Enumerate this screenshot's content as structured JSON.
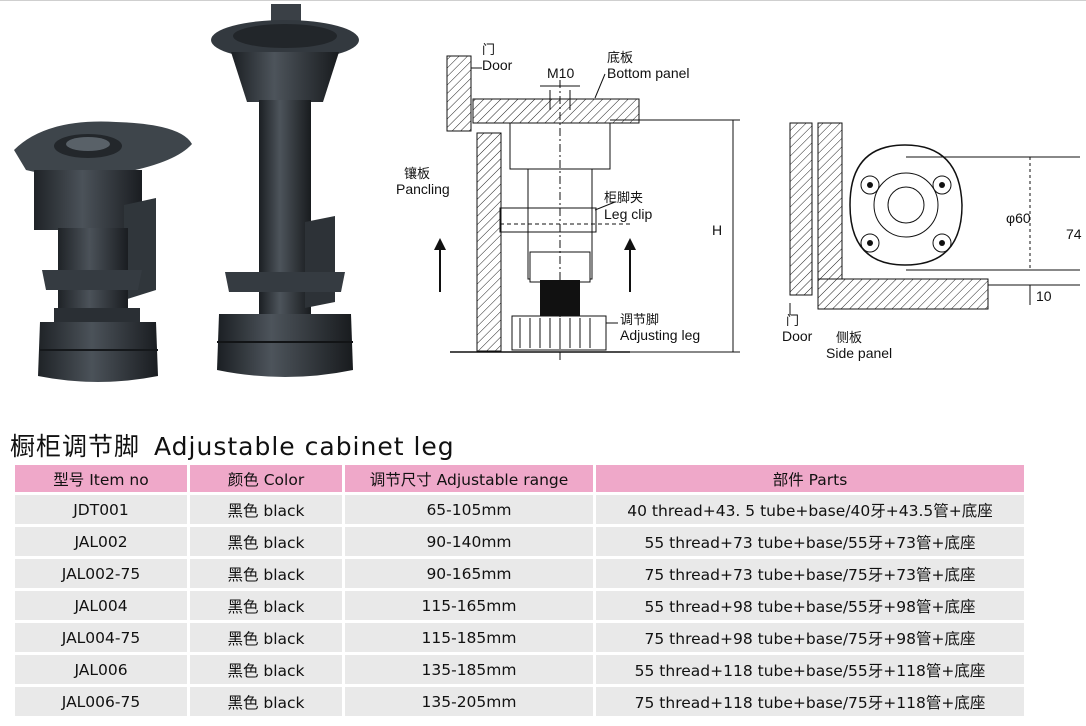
{
  "diagram_side": {
    "door_cn": "门",
    "door_en": "Door",
    "m10": "M10",
    "bottom_panel_cn": "底板",
    "bottom_panel_en": "Bottom panel",
    "pancling_cn": "镶板",
    "pancling_en": "Pancling",
    "leg_clip_cn": "柜脚夹",
    "leg_clip_en": "Leg clip",
    "h_label": "H",
    "adjusting_leg_cn": "调节脚",
    "adjusting_leg_en": "Adjusting leg"
  },
  "diagram_top": {
    "phi60": "φ60",
    "dim74": "74",
    "dim10": "10",
    "door_cn": "门",
    "door_en": "Door",
    "side_panel_cn": "侧板",
    "side_panel_en": "Side panel"
  },
  "title": {
    "cn": "橱柜调节脚",
    "en": "Adjustable cabinet leg"
  },
  "table": {
    "headers": [
      "型号 Item no",
      "颜色 Color",
      "调节尺寸 Adjustable range",
      "部件 Parts"
    ],
    "rows": [
      [
        "JDT001",
        "黑色 black",
        "65-105mm",
        "40 thread+43. 5 tube+base/40牙+43.5管+底座"
      ],
      [
        "JAL002",
        "黑色 black",
        "90-140mm",
        "55 thread+73 tube+base/55牙+73管+底座"
      ],
      [
        "JAL002-75",
        "黑色 black",
        "90-165mm",
        "75 thread+73 tube+base/75牙+73管+底座"
      ],
      [
        "JAL004",
        "黑色 black",
        "115-165mm",
        "55 thread+98 tube+base/55牙+98管+底座"
      ],
      [
        "JAL004-75",
        "黑色 black",
        "115-185mm",
        "75 thread+98 tube+base/75牙+98管+底座"
      ],
      [
        "JAL006",
        "黑色 black",
        "135-185mm",
        "55 thread+118 tube+base/55牙+118管+底座"
      ],
      [
        "JAL006-75",
        "黑色 black",
        "135-205mm",
        "75 thread+118 tube+base/75牙+118管+底座"
      ]
    ]
  },
  "colors": {
    "header_bg": "#efa8c9",
    "cell_bg": "#e9e9e9",
    "product": "#2e3338"
  }
}
